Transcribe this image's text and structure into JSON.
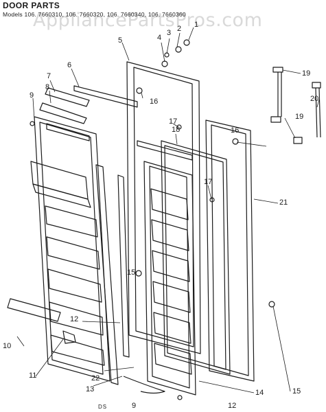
{
  "watermark": "AppliancePartsPros.com",
  "header": {
    "title": "DOOR PARTS",
    "models": "Models 106. 7660310, 106. 7660320, 106. 7660340, 106. 7660360"
  },
  "callouts": [
    "1",
    "2",
    "3",
    "4",
    "5",
    "6",
    "7",
    "8",
    "9",
    "10",
    "11",
    "12",
    "13",
    "14",
    "15",
    "16",
    "17",
    "18",
    "19",
    "20",
    "21",
    "22"
  ],
  "footer": {
    "code": "DS",
    "number": "9"
  }
}
